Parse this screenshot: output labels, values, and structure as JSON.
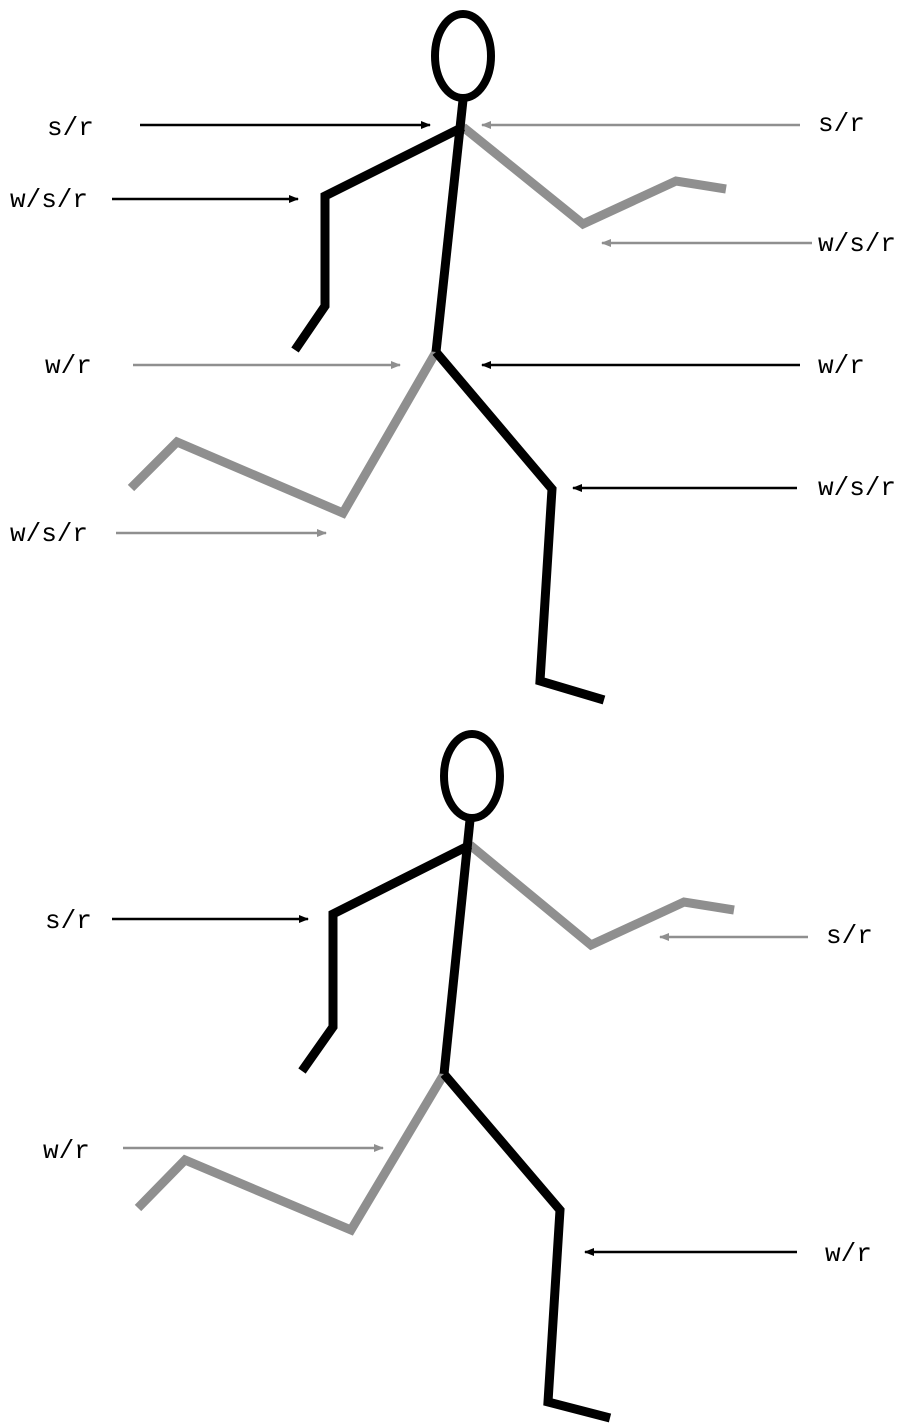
{
  "colors": {
    "near_side": "#000000",
    "far_side": "#8f8f8f",
    "background": "#ffffff"
  },
  "figures": [
    {
      "labels": {
        "left_shoulder": "s/r",
        "right_shoulder": "s/r",
        "left_elbow": "w/s/r",
        "right_elbow": "w/s/r",
        "left_hip": "w/r",
        "right_hip": "w/r",
        "left_knee": "w/s/r",
        "right_knee": "w/s/r"
      }
    },
    {
      "labels": {
        "left_elbow": "s/r",
        "right_elbow": "s/r",
        "left_hip": "w/r",
        "right_knee": "w/r"
      }
    }
  ]
}
